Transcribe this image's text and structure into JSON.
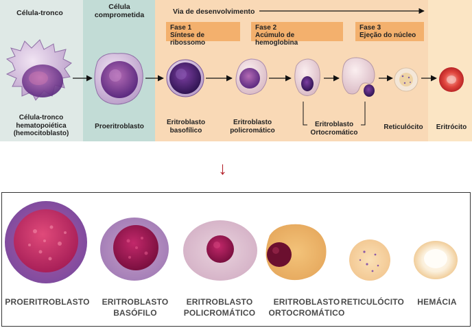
{
  "top": {
    "stem_header": "Célula-tronco",
    "committed_header": "Célula comprometida",
    "development_header": "Via de desenvolvimento",
    "phases": [
      {
        "title": "Fase 1",
        "subtitle": "Síntese de ribossomo"
      },
      {
        "title": "Fase 2",
        "subtitle": "Acúmulo de hemoglobina"
      },
      {
        "title": "Fase 3",
        "subtitle": "Ejeção do núcleo"
      }
    ],
    "cells": [
      {
        "label": "Célula-tronco hematopoiética (hemocitoblasto)"
      },
      {
        "label": "Proeritroblasto"
      },
      {
        "label": "Eritroblasto basofílico"
      },
      {
        "label": "Eritroblasto policromático"
      },
      {
        "label": "Eritroblasto Ortocromático"
      },
      {
        "label": "Reticulócito"
      },
      {
        "label": "Eritrócito"
      }
    ],
    "colors": {
      "stem_zone": "#dfe9e6",
      "committed_zone": "#c2dcd6",
      "development_zone": "#f9d9b6",
      "erythrocyte_zone": "#fbe5c4",
      "phase_box": "#f3b06d",
      "down_arrow": "#b3202a"
    }
  },
  "bottom": {
    "labels": [
      "PROERITROBLASTO",
      "ERITROBLASTO BASÓFILO",
      "ERITROBLASTO POLICROMÁTICO",
      "ERITROBLASTO ORTOCROMÁTICO",
      "RETICULÓCITO",
      "HEMÁCIA"
    ]
  }
}
